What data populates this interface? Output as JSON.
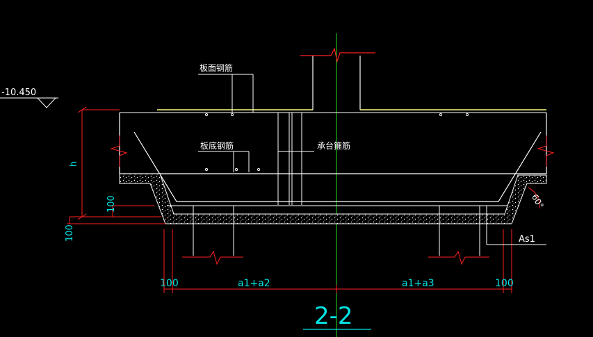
{
  "drawing": {
    "section_title": "2-2",
    "elevation_label": "-10.450",
    "labels": {
      "top_rebar": "板面钢筋",
      "bottom_rebar": "板底钢筋",
      "cap_stirrup": "承台箍筋",
      "as1": "As1",
      "angle": "60°"
    },
    "dimensions": {
      "height": "h",
      "dim_left_100_horizontal": "100",
      "dim_right_100_horizontal": "100",
      "dim_vertical_100_a": "100",
      "dim_vertical_100_b": "100",
      "span_left": "a1+a2",
      "span_right": "a1+a3"
    },
    "colors": {
      "background": "#000000",
      "outline": "#ffffff",
      "yellow_line": "#ffff80",
      "red_dim": "#ff2020",
      "cyan_text": "#00e5e5",
      "green_axis": "#20e020"
    }
  }
}
